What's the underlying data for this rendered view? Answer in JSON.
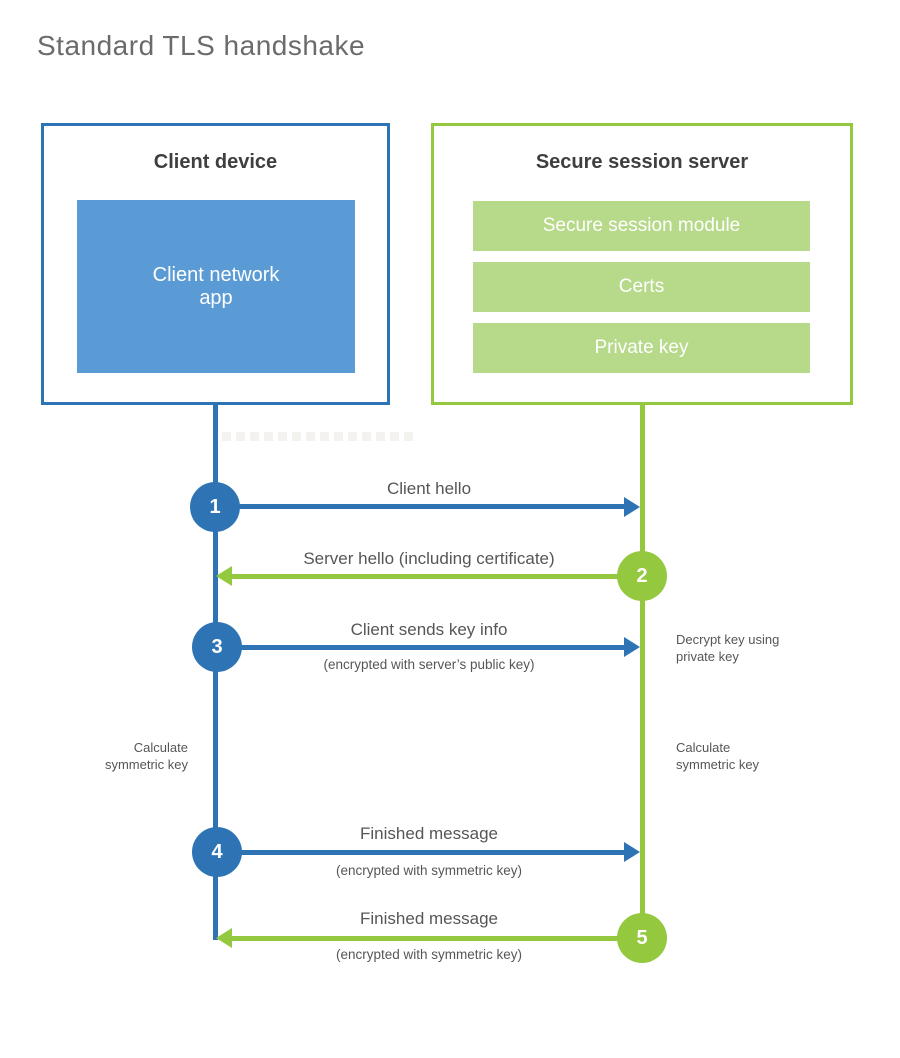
{
  "title": "Standard TLS handshake",
  "client_box": {
    "title": "Client device",
    "app_label": "Client network\napp"
  },
  "server_box": {
    "title": "Secure session server",
    "modules": [
      "Secure session module",
      "Certs",
      "Private key"
    ]
  },
  "steps": [
    {
      "number": "1",
      "label": "Client hello",
      "sublabel": "",
      "direction": "client-to-server"
    },
    {
      "number": "2",
      "label": "Server hello (including certificate)",
      "sublabel": "",
      "direction": "server-to-client"
    },
    {
      "number": "3",
      "label": "Client sends key info",
      "sublabel": "(encrypted with server’s public key)",
      "direction": "client-to-server"
    },
    {
      "number": "4",
      "label": "Finished message",
      "sublabel": "(encrypted with symmetric key)",
      "direction": "client-to-server"
    },
    {
      "number": "5",
      "label": "Finished message",
      "sublabel": "(encrypted with symmetric key)",
      "direction": "server-to-client"
    }
  ],
  "notes": {
    "decrypt": "Decrypt key using\nprivate key",
    "calc_client": "Calculate\nsymmetric key",
    "calc_server": "Calculate\nsymmetric key"
  },
  "colors": {
    "client_blue": "#2e74b5",
    "client_blue_light": "#5b9bd5",
    "server_green": "#94c83e",
    "server_green_light": "#b6d98a",
    "heading_text": "#3f3f3f",
    "label_text": "#565656",
    "title_text": "#6b6b6b"
  }
}
